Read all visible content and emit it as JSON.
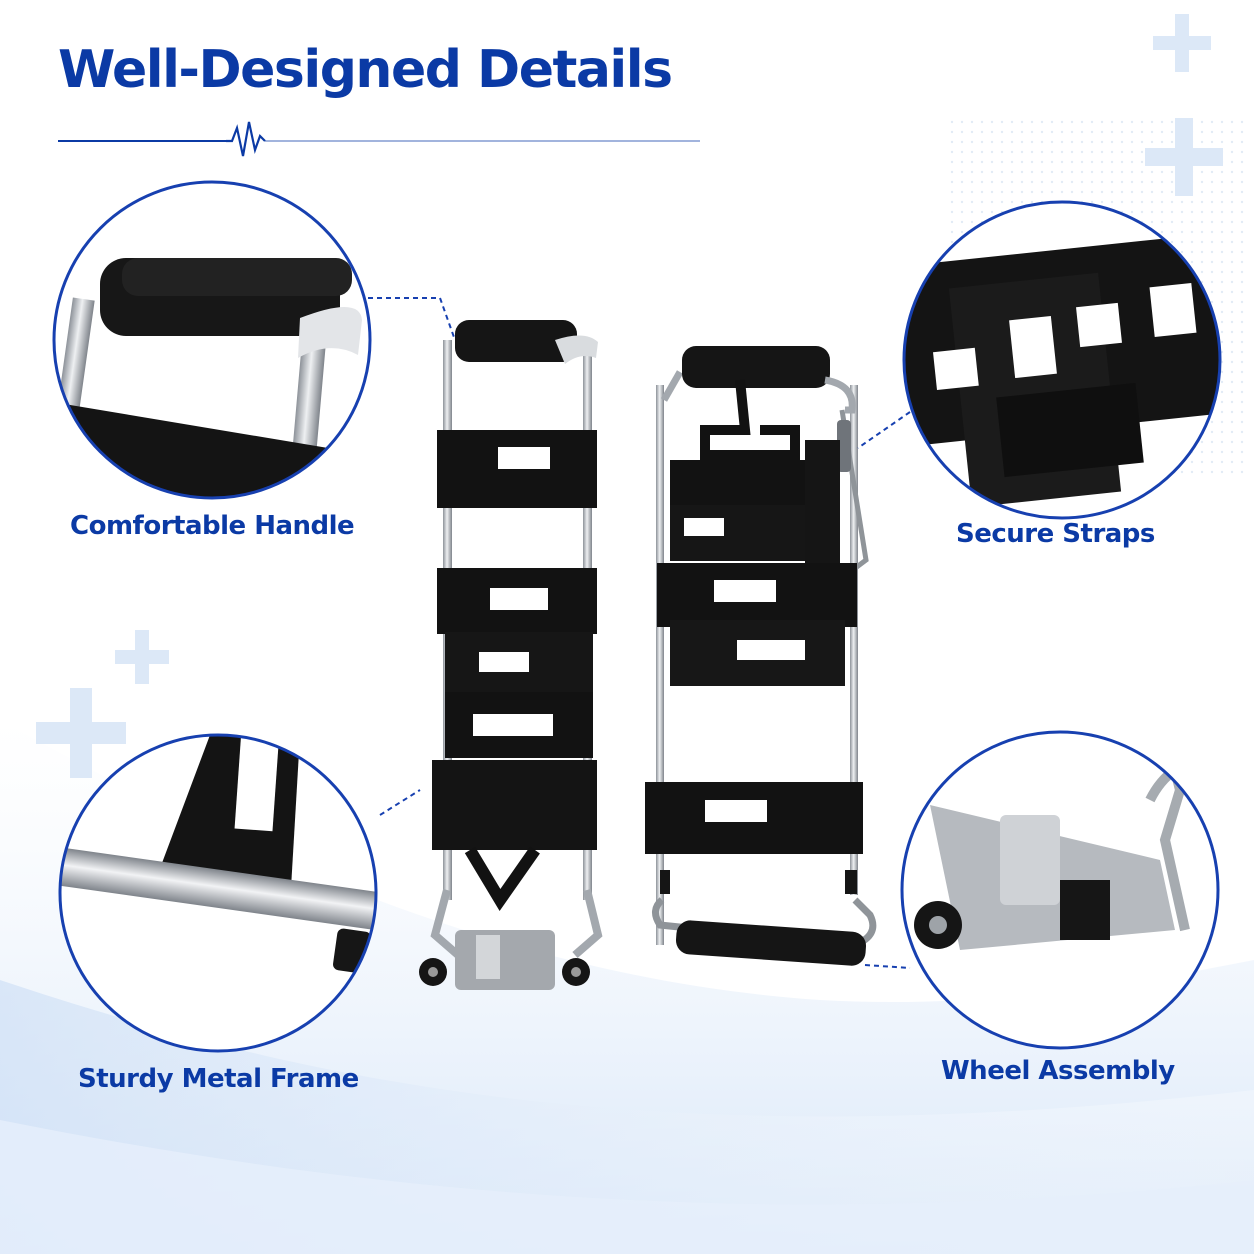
{
  "page": {
    "title": "Well-Designed Details"
  },
  "features": [
    {
      "label": "Comfortable Handle"
    },
    {
      "label": "Secure Straps"
    },
    {
      "label": "Sturdy Metal Frame"
    },
    {
      "label": "Wheel Assembly"
    }
  ],
  "colors": {
    "brand_blue": "#0b3aa5",
    "circle_border": "#1740b0",
    "strap_black": "#111111",
    "frame_steel": "#b8bcc2",
    "background_wave": "#dde9f8"
  },
  "icons": [
    "heartbeat-icon",
    "plus-icon"
  ]
}
